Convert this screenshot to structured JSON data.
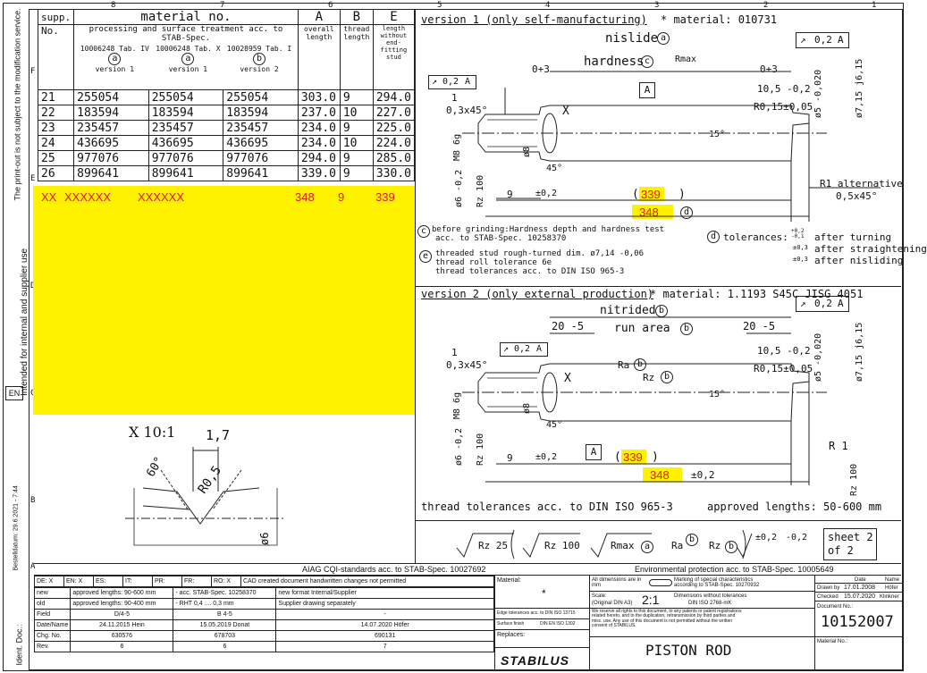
{
  "frame": {
    "col_numbers": [
      "8",
      "7",
      "6",
      "5",
      "4",
      "3",
      "2",
      "1"
    ],
    "row_letters": [
      "F",
      "E",
      "D",
      "C",
      "B",
      "A"
    ],
    "side_text_1": "The print-out is not subject to the modification service.",
    "side_text_2": "Intended for internal and supplier use",
    "side_text_3": "Bestelldatum: 29.6.2021 - 7:44",
    "side_text_4": "Ident. Doc.:",
    "lang_badge": "EN"
  },
  "table": {
    "h_supp": "supp.",
    "h_no": "No.",
    "h_material": "material no.",
    "h_process": "processing and surface treatment acc. to STAB-Spec.",
    "h_a": "A",
    "h_b": "B",
    "h_e": "E",
    "h_overall": "overall length",
    "h_thread": "thread length",
    "h_length": "length without end-fitting stud",
    "sub_1": "10006248 Tab. IV",
    "sub_2": "10006248 Tab. X",
    "sub_3": "10028959 Tab. I",
    "circ_1": "a",
    "circ_2": "a",
    "circ_3": "b",
    "ver_1": "version 1",
    "ver_2": "version 1",
    "ver_3": "version 2",
    "rows": [
      [
        "21",
        "255054",
        "255054",
        "255054",
        "303.0",
        "9",
        "294.0"
      ],
      [
        "22",
        "183594",
        "183594",
        "183594",
        "237.0",
        "10",
        "227.0"
      ],
      [
        "23",
        "235457",
        "235457",
        "235457",
        "234.0",
        "9",
        "225.0"
      ],
      [
        "24",
        "436695",
        "436695",
        "436695",
        "234.0",
        "10",
        "224.0"
      ],
      [
        "25",
        "977076",
        "977076",
        "977076",
        "294.0",
        "9",
        "285.0"
      ],
      [
        "26",
        "899641",
        "899641",
        "899641",
        "339.0",
        "9",
        "330.0"
      ]
    ],
    "new_row": [
      "XX",
      "XXXXXX",
      "XXXXXX",
      "348",
      "9",
      "339"
    ]
  },
  "v1": {
    "title": "version 1 (only self-manufacturing)",
    "material": "* material: 010731",
    "nislide": "nislide",
    "hardness": "hardness",
    "rmax": "Rmax",
    "c_label": "c",
    "a_label": "a",
    "d_label": "d",
    "e_label": "e",
    "tol_box": "0,2",
    "tol_ref": "A",
    "chamfer": "0,3x45°",
    "one": "1",
    "zero_plus": "0+3",
    "dim_10": "10,5 -0,2",
    "dim_r": "R0,15±0,05",
    "dim_5": "ø5 -0,020",
    "dim_7": "ø7,15 j6,15",
    "m8": "M8 6g",
    "phi8": "ø8",
    "fortyfive": "45°",
    "fifteen": "15°",
    "phi6": "ø6 -0,2",
    "rz100": "Rz 100",
    "nine": "9",
    "pm02": "±0,2",
    "x_mark": "X",
    "a_box": "A",
    "len_339": "339",
    "len_348": "348",
    "r1_alt": "R1 alternative",
    "r1_alt2": "0,5x45°"
  },
  "notes": {
    "c_text": "before grinding:Hardness depth and hardness test",
    "c_text2": "acc. to STAB-Spec. 10258370",
    "e_text": "threaded stud rough-turned dim. ø7,14 -0,06",
    "e_text2": "thread roll tolerance 6e",
    "e_text3": "thread tolerances acc. to DIN ISO 965-3",
    "tol_title": "tolerances:",
    "tol_1": "after turning",
    "tol_2": "after straightening",
    "tol_3": "after nisliding",
    "tol_v1": "+0,2 -0,1",
    "tol_v2": "±0,3",
    "tol_v3": "±0,3"
  },
  "v2": {
    "title": "version 2 (only external production)",
    "material": "* material: 1.1193 S45C JISG 4051",
    "nitrided": "nitrided",
    "run_area": "run area",
    "b_label": "b",
    "twenty_1": "20 -5",
    "twenty_2": "20 -5",
    "tol_box": "0,2",
    "tol_ref": "A",
    "one": "1",
    "chamfer": "0,3x45°",
    "ra": "Ra",
    "rz": "Rz",
    "dim_10": "10,5 -0,2",
    "dim_r": "R0,15±0,05",
    "x_mark": "X",
    "m8": "M8 6g",
    "phi6": "ø6 -0,2",
    "rz100": "Rz 100",
    "nine": "9",
    "pm02": "±0,2",
    "a_box": "A",
    "len_339": "339",
    "len_348": "348",
    "pm02b": "±0,2",
    "r1": "R 1",
    "thread_tol": "thread tolerances acc. to DIN ISO 965-3",
    "approved": "approved lengths: 50-600 mm"
  },
  "detail": {
    "title": "X 10:1",
    "dim_17": "1,7",
    "dim_60": "60°",
    "dim_r05": "R0,5",
    "phi6": "ø6"
  },
  "surface": {
    "s1": "Rz 25",
    "s2": "Rz 100",
    "s3": "Rmax",
    "s4": "Ra",
    "s5": "Rz",
    "s6": "±0,2",
    "s7": "-0,2",
    "sheet_1": "sheet 2",
    "sheet_2": "of 2"
  },
  "title_block": {
    "aiag": "AIAG CQI-standards acc. to STAB-Spec. 10027692",
    "env": "Environmental protection acc. to STAB-Spec. 10005649",
    "de": "DE: X",
    "en": "EN: X",
    "es": "ES:",
    "it": "IT:",
    "pr": "PR:",
    "fr": "FR:",
    "ro": "RO: X",
    "cad": "CAD created document handwritten changes not permitted",
    "material_lbl": "Material:",
    "material_star": "*",
    "all_dims": "All dimensions are in mm",
    "marking": "Marking of special characteristics according to STAB-Spec. 10270932",
    "date_h": "Date",
    "name_h": "Name",
    "drawn_by": "Drawn by",
    "drawn_date": "17.01.2008",
    "drawn_name": "Höfer",
    "checked": "Checked",
    "checked_date": "15.07.2020",
    "checked_name": "Klinkner",
    "new_lbl": "new",
    "new_1": "approved lengths: 90-600 mm",
    "new_2": "- acc. STAB-Spec. 10258370",
    "new_3": "new format Internal/Supplier",
    "old_lbl": "old",
    "old_1": "approved lengths: 90-400 mm",
    "old_2": "- RHT 0,4 .... 0,3 mm",
    "old_3": "Supplier drawing separately",
    "field_lbl": "Field",
    "field_1": "D/4-5",
    "field_2": "B 4-5",
    "field_3": "-",
    "datename_lbl": "Date/Name",
    "dn_1": "24.11.2015 Hein",
    "dn_2": "15.05.2019 Donat",
    "dn_3": "14.07.2020 Höfer",
    "chg_lbl": "Chg. No.",
    "chg_1": "630576",
    "chg_2": "678703",
    "chg_3": "690131",
    "rev_lbl": "Rev.",
    "rev_1": "6",
    "rev_2": "6",
    "rev_3": "7",
    "scale_lbl": "Scale:",
    "scale_orig": "(Original DIN A3)",
    "scale_val": "2:1",
    "dims_wo": "Dimensions without tolerances",
    "dims_din": "DIN ISO 2768-mK",
    "edge": "Edge tolerances acc. to DIN ISO 13715",
    "surface_finish": "Surface finish",
    "surface_din": "DIN EN ISO 1302",
    "replaces": "Replaces:",
    "rights": "We reserve all rights to this document, to any patents or patent registrations related hereto, and to the duplication, retransmission by third parties and misc. use. Any use of this document is not permitted without the written consent of STABILUS.",
    "doc_no_lbl": "Document No.:",
    "doc_no": "10152007",
    "mat_no_lbl": "Material No.:",
    "logo": "STABILUS",
    "part_name": "PISTON ROD"
  }
}
